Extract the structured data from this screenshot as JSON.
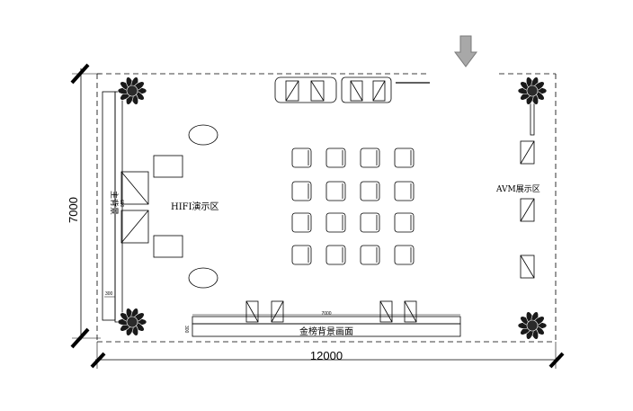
{
  "labels": {
    "hifi_zone": "HIFI演示区",
    "avm_zone": "AVM展示区",
    "main_wall": "主背景",
    "bottom_wall": "金榜背景画面"
  },
  "dimensions": {
    "total_height": "7000",
    "total_width": "12000",
    "wall_depth": "600",
    "wall_height_small": "300",
    "bottom_wall_length": "7000",
    "bottom_wall_depth": "300"
  },
  "icons": {
    "entrance": "arrow-down-icon",
    "plant": "plant-icon"
  },
  "colors": {
    "line": "#000000",
    "arrow": "#a0a0a0",
    "plant": "#1a1a1a"
  }
}
